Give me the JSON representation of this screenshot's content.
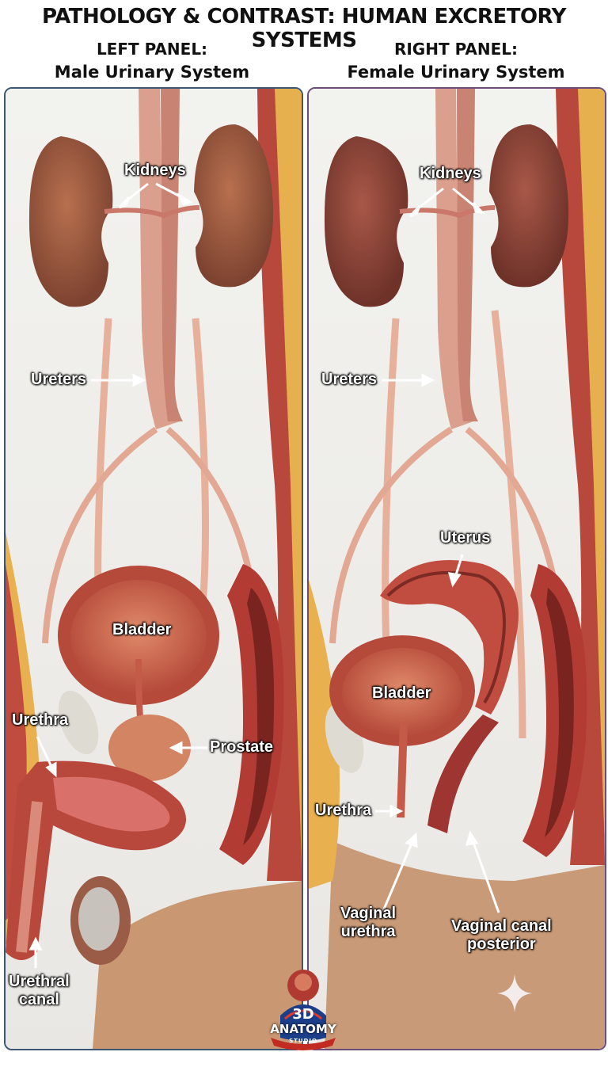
{
  "title": "PATHOLOGY & CONTRAST: HUMAN EXCRETORY SYSTEMS",
  "left_panel": {
    "heading": "LEFT PANEL:",
    "subheading": "Male Urinary System",
    "labels": {
      "kidneys": "Kidneys",
      "ureters": "Ureters",
      "bladder": "Bladder",
      "urethra": "Urethra",
      "prostate": "Prostate",
      "urethral_canal": "Urethral\ncanal"
    }
  },
  "right_panel": {
    "heading": "RIGHT PANEL:",
    "subheading": "Female Urinary System",
    "labels": {
      "kidneys": "Kidneys",
      "ureters": "Ureters",
      "uterus": "Uterus",
      "bladder": "Bladder",
      "urethra": "Urethra",
      "vaginal_urethra": "Vaginal\nurethra",
      "vaginal_canal_posterior": "Vaginal canal\nposterior"
    }
  },
  "logo": {
    "line1": "3D",
    "line2": "ANATOMY",
    "line3": "STUDIO"
  },
  "colors": {
    "left_border": "#3b5775",
    "right_border": "#6b4d7c",
    "kidney": "#9a5a42",
    "tissue": "#c9574a",
    "fat": "#e8b04e"
  }
}
